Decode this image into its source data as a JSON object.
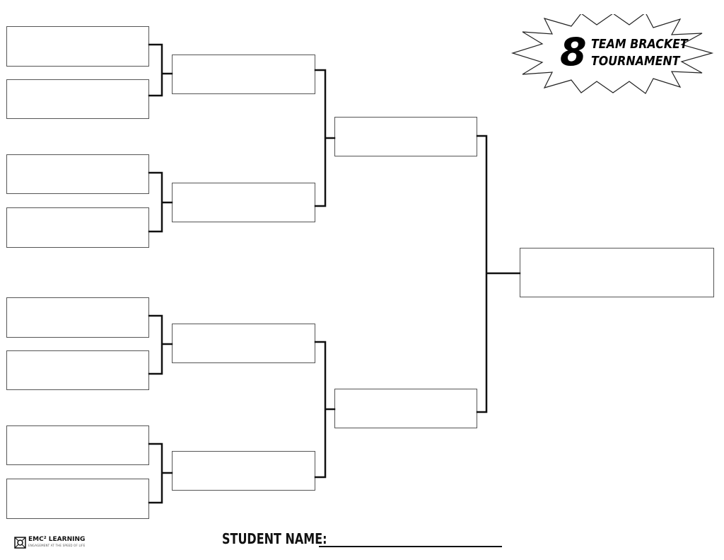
{
  "badge": {
    "number": "8",
    "line1": "TEAM BRACKET",
    "line2": "TOURNAMENT"
  },
  "footer": {
    "logo_name": "EMC² LEARNING",
    "logo_tagline": "ENGAGEMENT AT THE SPEED OF LIFE",
    "student_name_label": "STUDENT NAME:"
  },
  "bracket": {
    "round1_slots": [
      "",
      "",
      "",
      "",
      "",
      "",
      "",
      ""
    ],
    "round2_slots": [
      "",
      "",
      "",
      ""
    ],
    "semifinal_slots": [
      "",
      ""
    ],
    "champion_slot": ""
  }
}
